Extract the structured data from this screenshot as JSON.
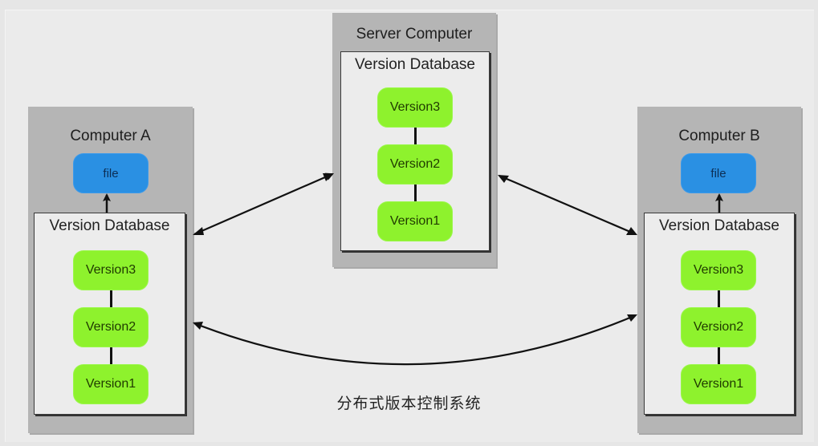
{
  "diagram": {
    "server": {
      "title": "Server Computer",
      "database_title": "Version Database",
      "versions": [
        "Version3",
        "Version2",
        "Version1"
      ]
    },
    "computer_a": {
      "title": "Computer A",
      "file_label": "file",
      "database_title": "Version Database",
      "versions": [
        "Version3",
        "Version2",
        "Version1"
      ]
    },
    "computer_b": {
      "title": "Computer B",
      "file_label": "file",
      "database_title": "Version Database",
      "versions": [
        "Version3",
        "Version2",
        "Version1"
      ]
    },
    "connections": [
      {
        "from": "computer_a",
        "to": "server",
        "type": "bidirectional"
      },
      {
        "from": "server",
        "to": "computer_b",
        "type": "bidirectional"
      },
      {
        "from": "computer_a",
        "to": "computer_b",
        "type": "bidirectional"
      }
    ],
    "caption": "分布式版本控制系统"
  },
  "colors": {
    "machine_box": "#b5b5b5",
    "database_box": "#ececec",
    "version_node": "#8ef22d",
    "file_node": "#2a90e3",
    "arrow": "#111111"
  }
}
